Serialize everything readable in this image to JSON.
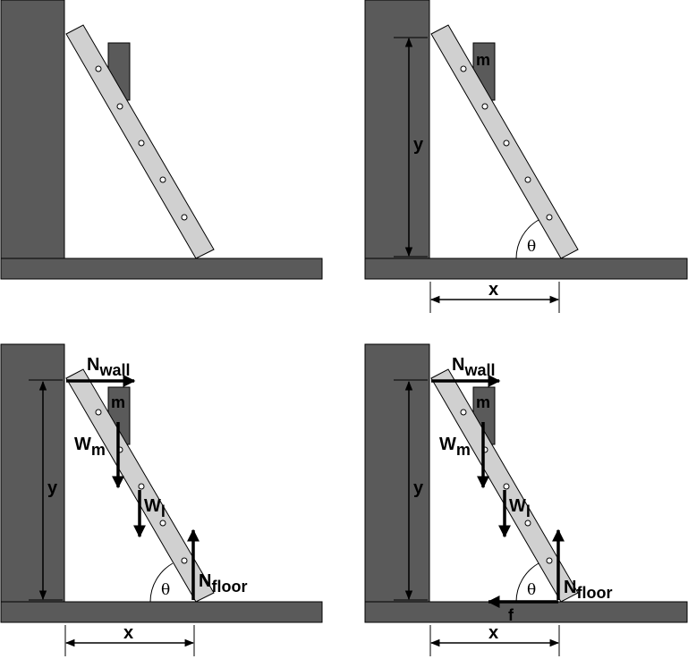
{
  "colors": {
    "wall": "#5a5a5a",
    "ladder": "#d0d0d0",
    "outline": "#000000",
    "background": "#ffffff"
  },
  "labels": {
    "mass": "m",
    "height": "y",
    "base": "x",
    "angle": "θ",
    "n_wall_main": "N",
    "n_wall_sub": "wall",
    "w_m_main": "W",
    "w_m_sub": "m",
    "w_l_main": "W",
    "w_l_sub": "l",
    "n_floor_main": "N",
    "n_floor_sub": "floor",
    "friction": "f"
  },
  "panels": [
    {
      "id": "ladder-only"
    },
    {
      "id": "geometry"
    },
    {
      "id": "forces-no-friction"
    },
    {
      "id": "forces-with-friction"
    }
  ]
}
